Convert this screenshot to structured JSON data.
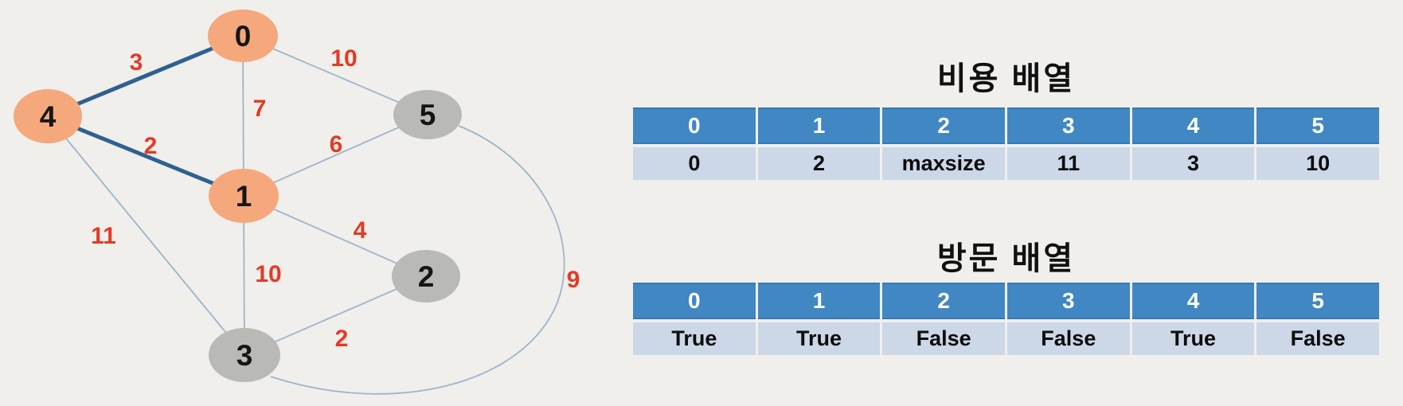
{
  "graph": {
    "nodes": [
      {
        "id": "0",
        "label": "0",
        "state": "visited"
      },
      {
        "id": "1",
        "label": "1",
        "state": "visited"
      },
      {
        "id": "2",
        "label": "2",
        "state": "unvisited"
      },
      {
        "id": "3",
        "label": "3",
        "state": "unvisited"
      },
      {
        "id": "4",
        "label": "4",
        "state": "visited"
      },
      {
        "id": "5",
        "label": "5",
        "state": "unvisited"
      }
    ],
    "edges": [
      {
        "from": "0",
        "to": "4",
        "weight": "3",
        "highlighted": true
      },
      {
        "from": "0",
        "to": "1",
        "weight": "7",
        "highlighted": false
      },
      {
        "from": "0",
        "to": "5",
        "weight": "10",
        "highlighted": false
      },
      {
        "from": "4",
        "to": "1",
        "weight": "2",
        "highlighted": true
      },
      {
        "from": "1",
        "to": "5",
        "weight": "6",
        "highlighted": false
      },
      {
        "from": "1",
        "to": "2",
        "weight": "4",
        "highlighted": false
      },
      {
        "from": "1",
        "to": "3",
        "weight": "10",
        "highlighted": false
      },
      {
        "from": "4",
        "to": "3",
        "weight": "11",
        "highlighted": false
      },
      {
        "from": "2",
        "to": "3",
        "weight": "2",
        "highlighted": false
      },
      {
        "from": "3",
        "to": "5",
        "weight": "9",
        "highlighted": false
      }
    ]
  },
  "cost_table": {
    "title": "비용 배열",
    "headers": [
      "0",
      "1",
      "2",
      "3",
      "4",
      "5"
    ],
    "values": [
      "0",
      "2",
      "maxsize",
      "11",
      "3",
      "10"
    ]
  },
  "visited_table": {
    "title": "방문 배열",
    "headers": [
      "0",
      "1",
      "2",
      "3",
      "4",
      "5"
    ],
    "values": [
      "True",
      "True",
      "False",
      "False",
      "True",
      "False"
    ]
  },
  "colors": {
    "background": "#f0efeb",
    "node_visited": "#f4a87c",
    "node_unvisited": "#b9b9b6",
    "edge_thin": "#9db4cb",
    "edge_highlight": "#2e6191",
    "edge_weight_text": "#e23b27",
    "table_header_bg": "#4187c3",
    "table_row_bg": "#ccd7e7"
  }
}
